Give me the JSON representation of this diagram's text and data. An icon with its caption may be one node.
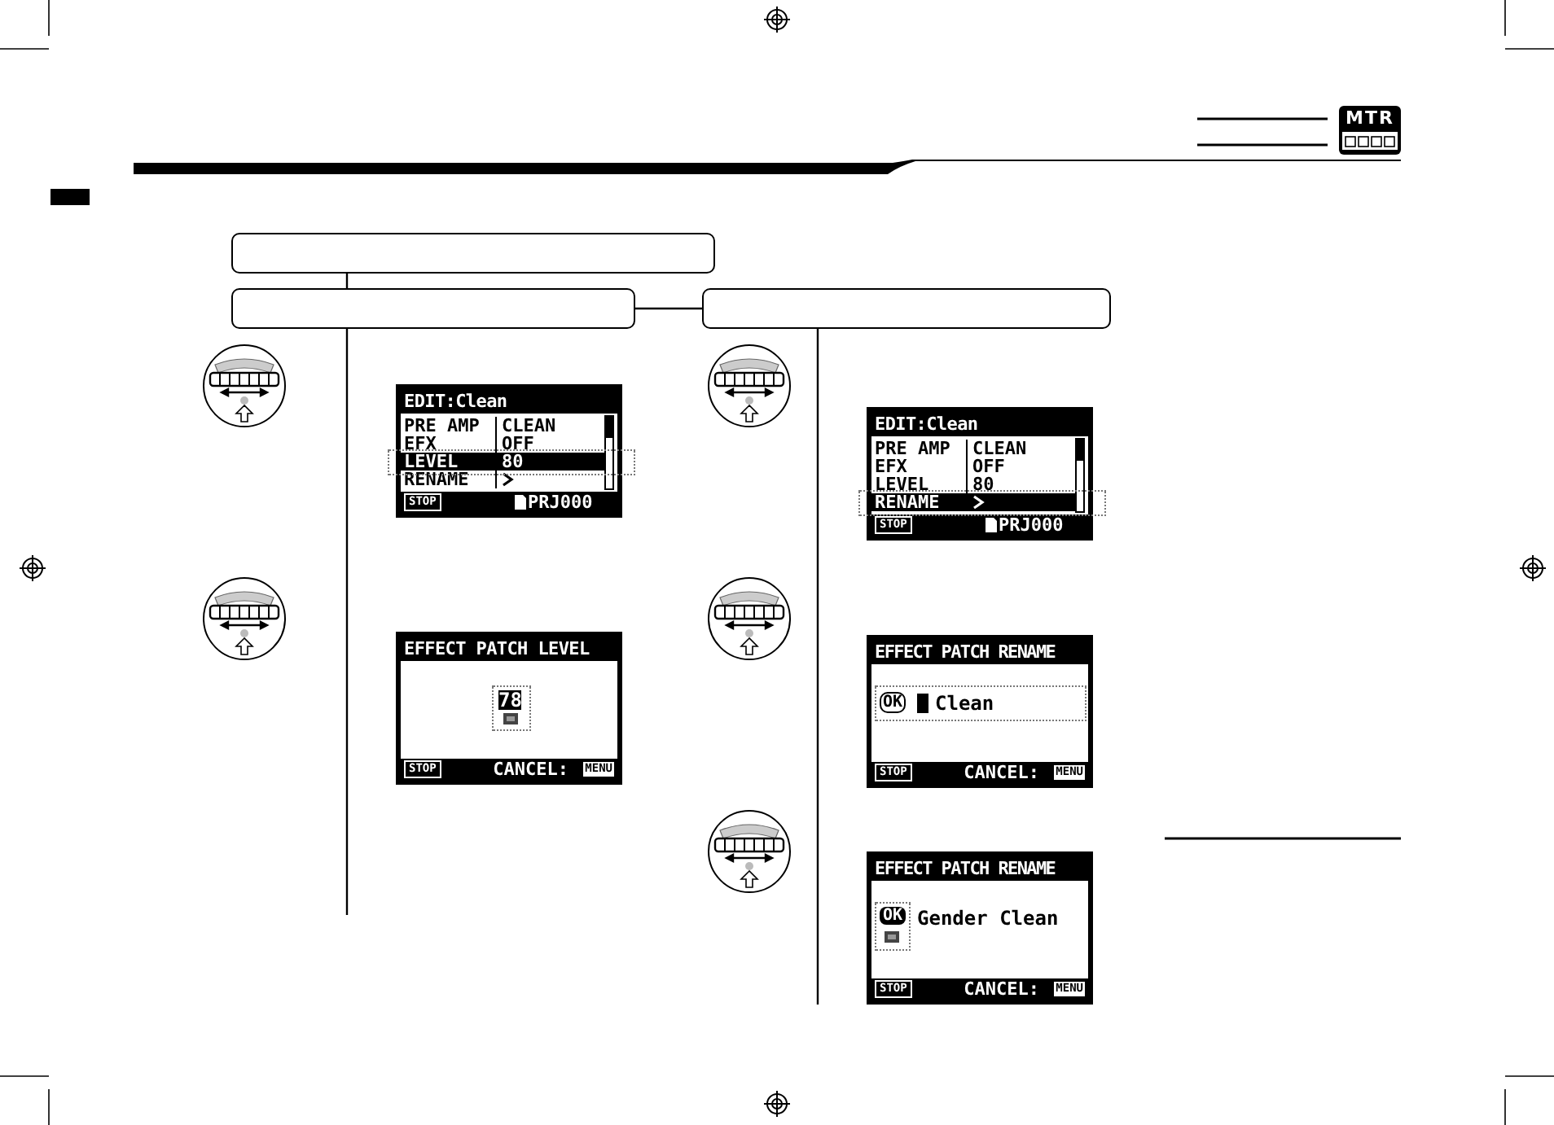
{
  "diagram": {
    "nodes": [
      {
        "text": [],
        "shape": "box"
      },
      {
        "text": [],
        "shape": "box"
      },
      {
        "text": [],
        "shape": "box"
      }
    ],
    "edges": [
      {
        "from": 0,
        "to": 1,
        "arrow": "none"
      },
      {
        "from": 1,
        "to": 2,
        "arrow": "none"
      }
    ],
    "labels": [
      "MTR",
      "EDIT:Clean",
      "PRE AMP",
      "CLEAN",
      "EFX",
      "OFF",
      "LEVEL",
      "80",
      "RENAME",
      "STOP",
      "PRJ000",
      "EFFECT PATCH LEVEL",
      "78",
      "STOP",
      "CANCEL:",
      "MENU",
      "EDIT:Clean",
      "PRE AMP",
      "CLEAN",
      "EFX",
      "OFF",
      "LEVEL",
      "80",
      "RENAME",
      "STOP",
      "PRJ000",
      "EFFECT PATCH RENAME",
      "OK",
      "Clean",
      "STOP",
      "CANCEL:",
      "MENU",
      "EFFECT PATCH RENAME",
      "OK",
      "Gender Clean",
      "STOP",
      "CANCEL:",
      "MENU"
    ]
  }
}
